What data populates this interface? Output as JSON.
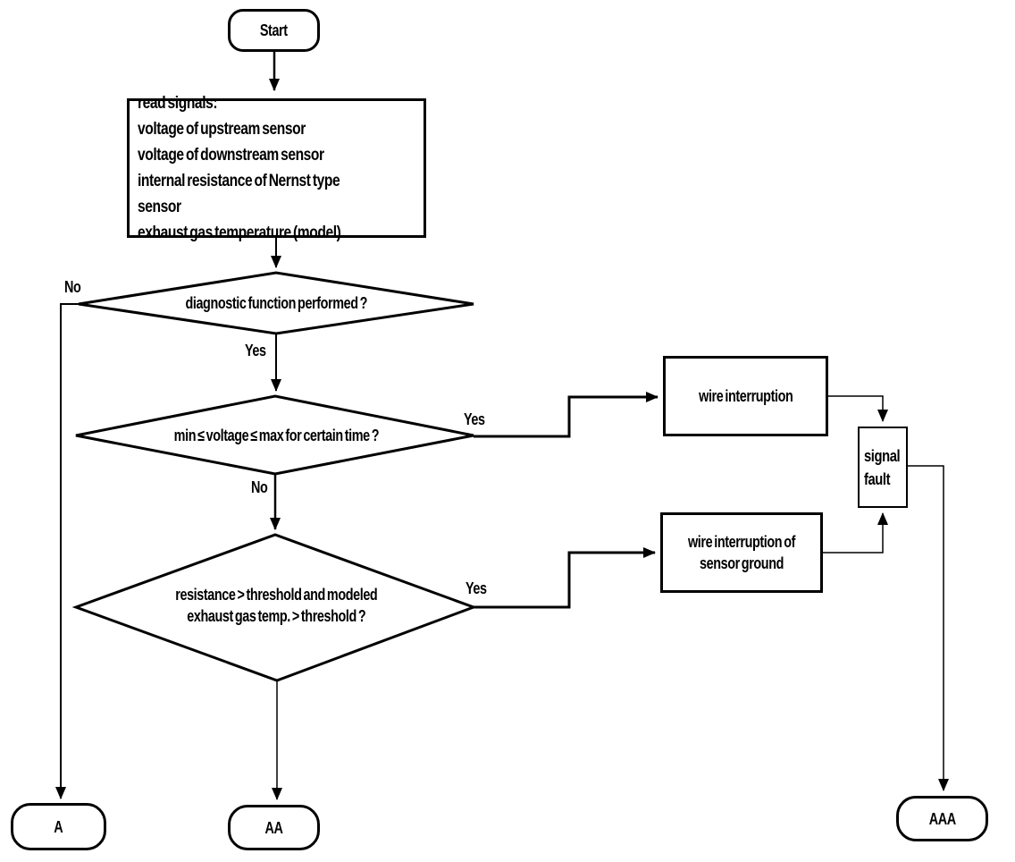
{
  "diagram": {
    "type": "flowchart",
    "background_color": "#ffffff",
    "line_color": "#000000",
    "nodes": {
      "start": {
        "label": "Start"
      },
      "read_signals": {
        "label": "read signals:\nvoltage of upstream sensor\nvoltage of downstream sensor\ninternal resistance of Nernst type sensor\nexhaust gas temperature (model)"
      },
      "decision_diagnostic": {
        "label": "diagnostic function performed ?"
      },
      "decision_voltage": {
        "label": "min ≤ voltage ≤ max for certain time ?"
      },
      "decision_resistance": {
        "label": "resistance > threshold and modeled\nexhaust gas temp. > threshold ?"
      },
      "wire_interruption": {
        "label": "wire interruption"
      },
      "wire_interruption_ground": {
        "label": "wire interruption of\nsensor ground"
      },
      "signal_fault": {
        "label": "signal\nfault"
      },
      "terminal_a": {
        "label": "A"
      },
      "terminal_aa": {
        "label": "AA"
      },
      "terminal_aaa": {
        "label": "AAA"
      }
    },
    "edge_labels": {
      "no_diagnostic": "No",
      "yes_diagnostic": "Yes",
      "yes_voltage": "Yes",
      "no_voltage": "No",
      "yes_resistance": "Yes"
    }
  }
}
